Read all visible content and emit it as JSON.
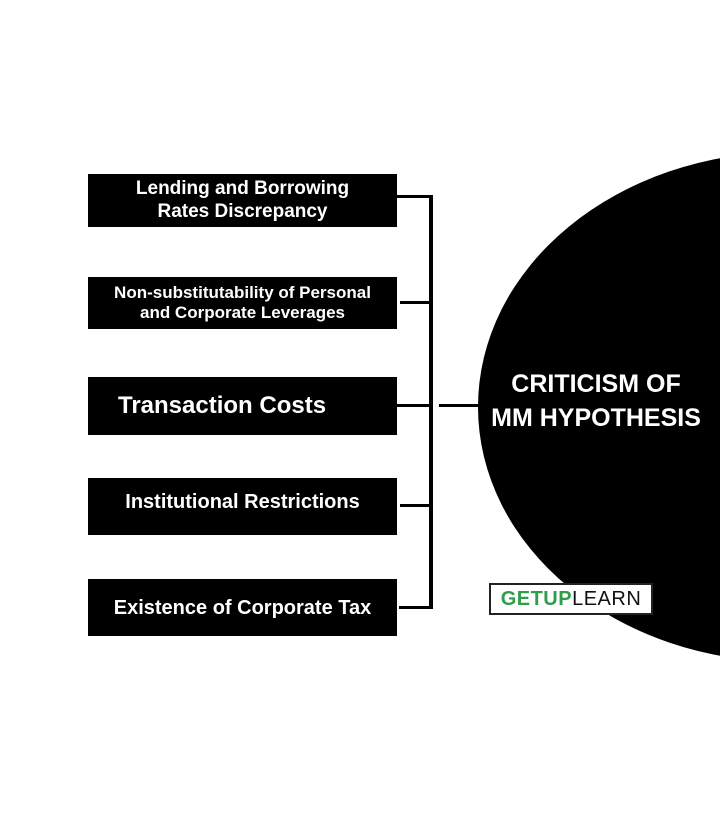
{
  "diagram": {
    "center": {
      "line1": "CRITICISM OF",
      "line2": "MM HYPOTHESIS"
    },
    "items": [
      {
        "line1": "Lending and Borrowing",
        "line2": "Rates Discrepancy"
      },
      {
        "line1": "Non-substitutability of Personal",
        "line2": "and Corporate Leverages"
      },
      {
        "line1": "Transaction Costs",
        "line2": ""
      },
      {
        "line1": "Institutional Restrictions",
        "line2": ""
      },
      {
        "line1": "Existence of Corporate Tax",
        "line2": ""
      }
    ],
    "logo": {
      "part1": "GETUP",
      "part2": "LEARN"
    },
    "colors": {
      "box": "#000000",
      "text": "#ffffff",
      "logo_green": "#2e9e4a",
      "background": "#ffffff"
    }
  }
}
